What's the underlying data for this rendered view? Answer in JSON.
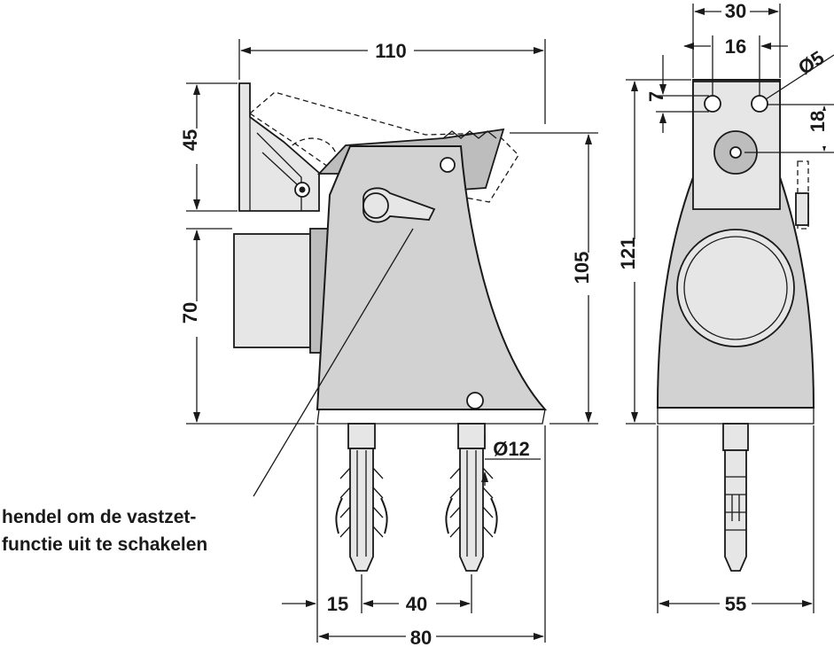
{
  "dimensions": {
    "side_top_width": "110",
    "side_upper_height": "45",
    "side_lower_height": "70",
    "side_total_height": "105",
    "front_total_height": "121",
    "front_top_width": "30",
    "front_hole_spacing": "16",
    "front_hole_offset": "7",
    "front_hole_diameter": "Ø5",
    "front_pivot_offset": "18",
    "dowel_diameter": "Ø12",
    "dowel_edge_offset": "15",
    "dowel_spacing": "40",
    "base_width": "80",
    "front_base_width": "55"
  },
  "caption": {
    "line1": "hendel om de vastzet-",
    "line2": "functie uit te schakelen"
  },
  "icons": [
    "door-stop-side-view",
    "door-stop-front-view",
    "wall-plug-icon"
  ]
}
